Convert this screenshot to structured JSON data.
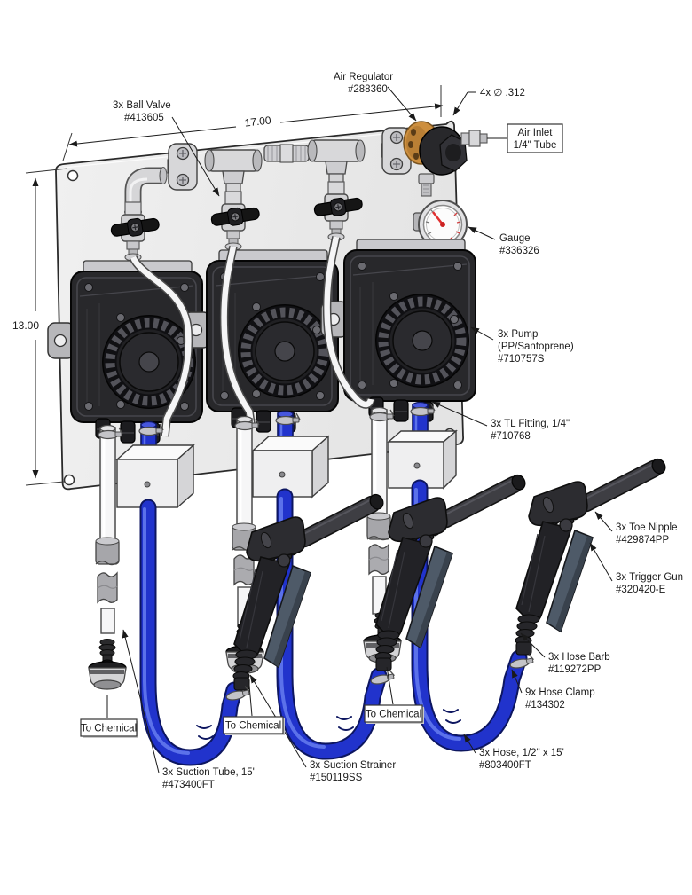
{
  "diagram_type": "parts-assembly-diagram",
  "dimensions": {
    "width_label": "17.00",
    "height_label": "13.00"
  },
  "callouts": {
    "air_regulator": {
      "lines": [
        "Air Regulator",
        "#288360"
      ]
    },
    "mounting_holes": {
      "lines": [
        "4x ∅ .312"
      ]
    },
    "air_inlet": {
      "lines": [
        "Air Inlet",
        "1/4\" Tube"
      ],
      "boxed": true
    },
    "ball_valve": {
      "lines": [
        "3x Ball Valve",
        "#413605"
      ]
    },
    "gauge": {
      "lines": [
        "Gauge",
        "#336326"
      ]
    },
    "pump": {
      "lines": [
        "3x Pump",
        "(PP/Santoprene)",
        "#710757S"
      ]
    },
    "tl_fitting": {
      "lines": [
        "3x TL Fitting, 1/4\"",
        "#710768"
      ]
    },
    "toe_nipple": {
      "lines": [
        "3x Toe Nipple",
        "#429874PP"
      ]
    },
    "trigger_gun": {
      "lines": [
        "3x Trigger Gun",
        "#320420-E"
      ]
    },
    "hose_barb": {
      "lines": [
        "3x Hose Barb",
        "#119272PP"
      ]
    },
    "hose_clamp": {
      "lines": [
        "9x Hose Clamp",
        "#134302"
      ]
    },
    "hose": {
      "lines": [
        "3x Hose, 1/2\" x 15'",
        "#803400FT"
      ]
    },
    "suction_tube": {
      "lines": [
        "3x Suction Tube, 15'",
        "#473400FT"
      ]
    },
    "suction_strainer": {
      "lines": [
        "3x Suction Strainer",
        "#150119SS"
      ]
    },
    "to_chemical": {
      "lines": [
        "To Chemical"
      ],
      "boxed": true,
      "count": 3
    }
  },
  "colors": {
    "panel_gray": "#ebebeb",
    "pump_body": "#28282b",
    "hose_blue": "#2133cc",
    "regulator_brass": "#cd8f3f",
    "gauge_needle": "#e03030",
    "metal": "#d6d6d6",
    "line": "#1a1a1a"
  }
}
